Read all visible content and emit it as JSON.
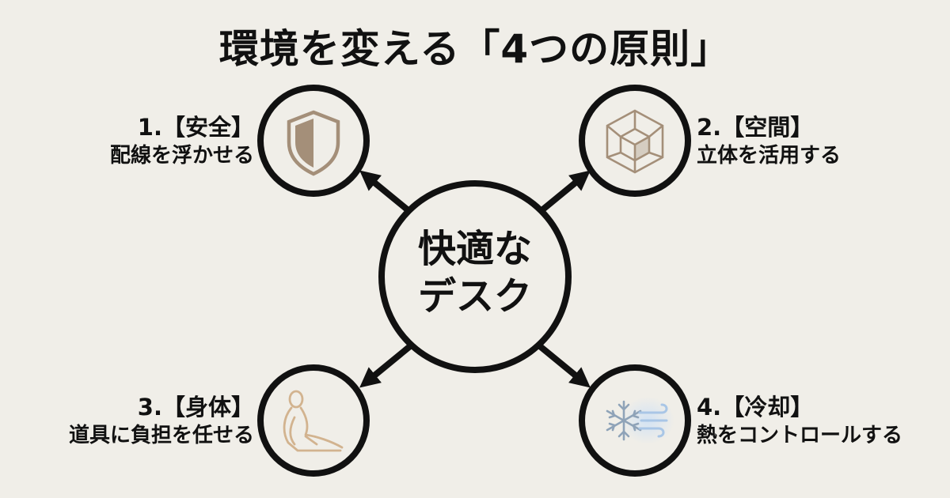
{
  "title": "環境を変える「4つの原則」",
  "center": {
    "line1": "快適な",
    "line2": "デスク"
  },
  "nodes": [
    {
      "heading": "1.【安全】",
      "description": "配線を浮かせる",
      "icon": "shield-icon"
    },
    {
      "heading": "2.【空間】",
      "description": "立体を活用する",
      "icon": "cube-icon"
    },
    {
      "heading": "3.【身体】",
      "description": "道具に負担を任せる",
      "icon": "reclining-figure-icon"
    },
    {
      "heading": "4.【冷却】",
      "description": "熱をコントロールする",
      "icon": "snowflake-wind-icon"
    }
  ],
  "colors": {
    "background": "#f0eee8",
    "ink": "#111111",
    "shield": "#a48f79",
    "cube": "#a48f79",
    "figure": "#d2b38f",
    "snowflake": "#8fa3b8",
    "wind": "#a9c6e6"
  }
}
